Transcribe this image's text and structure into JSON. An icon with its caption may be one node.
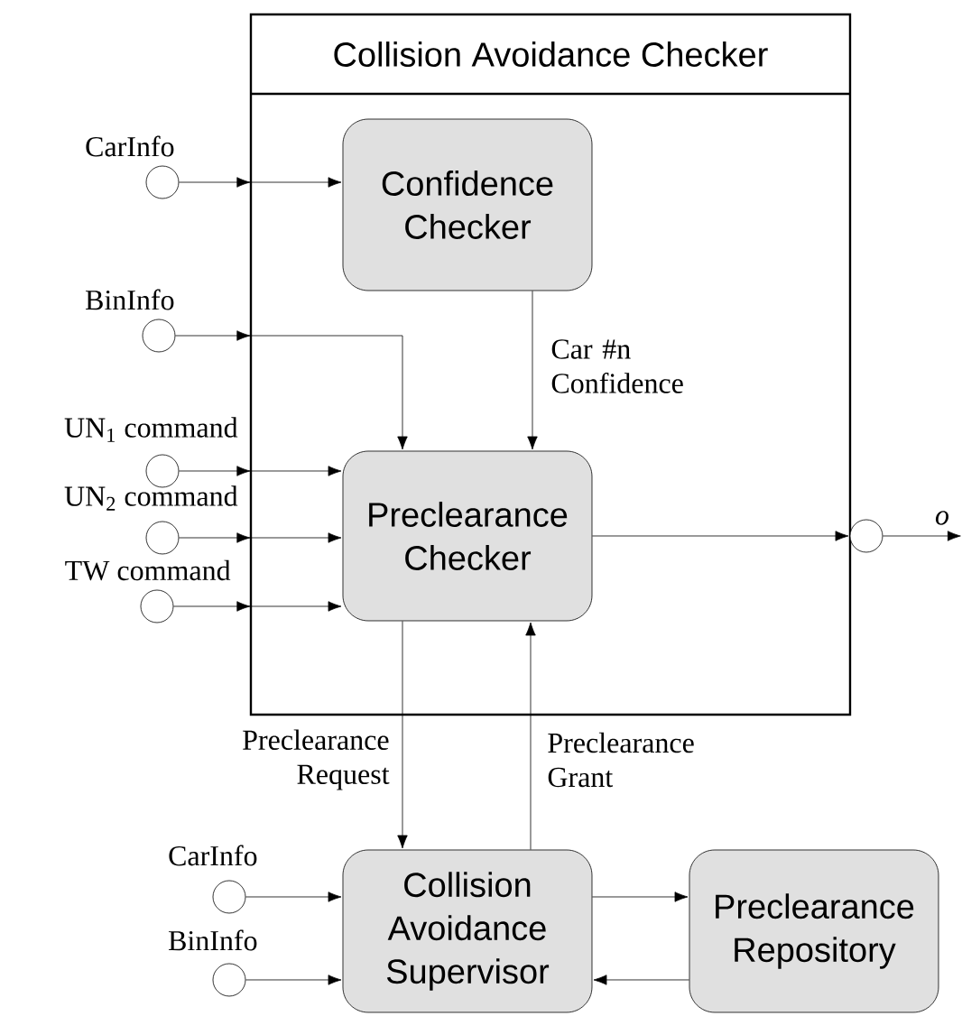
{
  "diagram": {
    "nodes": [
      {
        "text": [
          "Collision Avoidance Checker"
        ]
      },
      {
        "text": [
          "Confidence Checker"
        ],
        "in": 0
      },
      {
        "text": [
          "Preclearance Checker"
        ],
        "in": 0
      },
      {
        "text": [
          "Collision Avoidance Supervisor"
        ]
      },
      {
        "text": [
          "Preclearance Repository"
        ]
      },
      {
        "text": [],
        "shape": "circle",
        "beside": [
          "CarInfo"
        ]
      },
      {
        "text": [],
        "shape": "circle",
        "beside": [
          "BinInfo"
        ]
      },
      {
        "text": [],
        "shape": "circle",
        "beside": [
          "UN$_{1}$ command"
        ]
      },
      {
        "text": [],
        "shape": "circle",
        "beside": [
          "UN$_{2}$ command"
        ]
      },
      {
        "text": [],
        "shape": "circle",
        "beside": [
          "TW command"
        ]
      },
      {
        "text": [],
        "shape": "circle",
        "beside": [
          "o"
        ]
      },
      {
        "text": [],
        "shape": "circle",
        "beside": [
          "CarInfo"
        ]
      },
      {
        "text": [],
        "shape": "circle",
        "beside": [
          "BinInfo"
        ]
      }
    ],
    "edges": [
      {
        "from": 5,
        "to": 1,
        "arrow": "to"
      },
      {
        "from": 6,
        "to": 2,
        "arrow": "to"
      },
      {
        "from": 7,
        "to": 2,
        "arrow": "to"
      },
      {
        "from": 8,
        "to": 2,
        "arrow": "to"
      },
      {
        "from": 9,
        "to": 2,
        "arrow": "to"
      },
      {
        "from": 1,
        "to": 2,
        "arrow": "to",
        "label": "Car #n Confidence"
      },
      {
        "from": 2,
        "to": 10,
        "arrow": "to"
      },
      {
        "from": 10,
        "to": null,
        "arrow": "to"
      },
      {
        "from": 2,
        "to": 3,
        "arrow": "to",
        "label": "Preclearance Request"
      },
      {
        "from": 3,
        "to": 2,
        "arrow": "to",
        "label": "Preclearance Grant"
      },
      {
        "from": 11,
        "to": 3,
        "arrow": "to"
      },
      {
        "from": 12,
        "to": 3,
        "arrow": "to"
      },
      {
        "from": 3,
        "to": 4,
        "arrow": "to"
      },
      {
        "from": 4,
        "to": 3,
        "arrow": "to"
      }
    ]
  }
}
